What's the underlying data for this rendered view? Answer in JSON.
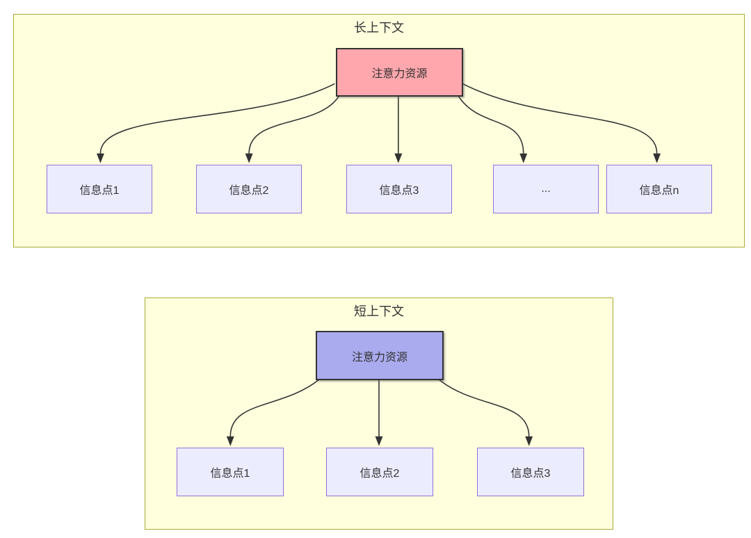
{
  "diagram": {
    "type": "flowchart-attention-comparison",
    "long_context": {
      "title": "长上下文",
      "attention_label": "注意力资源",
      "info_labels": [
        "信息点1",
        "信息点2",
        "信息点3",
        "...",
        "信息点n"
      ]
    },
    "short_context": {
      "title": "短上下文",
      "attention_label": "注意力资源",
      "info_labels": [
        "信息点1",
        "信息点2",
        "信息点3"
      ]
    },
    "colors": {
      "container_fill": "#ffffde",
      "container_border": "#aaaa33",
      "long_attention_fill": "#ffa7ad",
      "short_attention_fill": "#aaaaee",
      "attention_border": "#333333",
      "info_fill": "#ececff",
      "info_border": "#9370db",
      "arrow": "#333333",
      "text": "#333333"
    }
  }
}
